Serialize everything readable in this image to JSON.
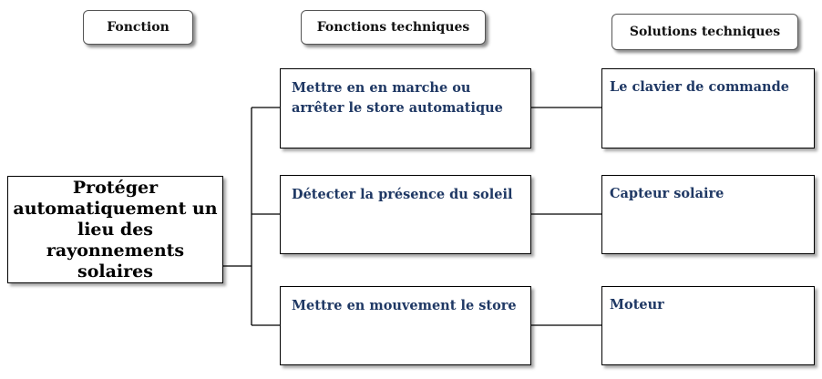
{
  "headers": {
    "fonction": "Fonction",
    "fonctions_techniques": "Fonctions techniques",
    "solutions_techniques": "Solutions techniques"
  },
  "main_function": "Protéger automatiquement un lieu des rayonnements solaires",
  "technical_functions": [
    "Mettre en en marche ou arrêter le store automatique",
    "Détecter la présence du soleil",
    "Mettre en mouvement le store"
  ],
  "technical_solutions": [
    "Le clavier de commande",
    "Capteur solaire",
    "Moteur"
  ]
}
